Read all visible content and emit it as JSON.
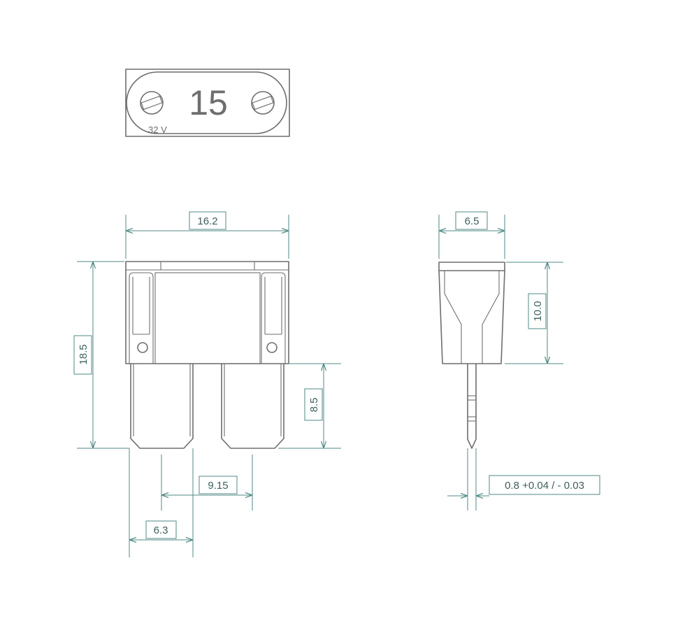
{
  "top_view": {
    "rating": "15",
    "voltage": "32 V"
  },
  "dimensions": {
    "width": "16.2",
    "height": "18.5",
    "blade_length": "8.5",
    "blade_pitch": "9.15",
    "blade_width": "6.3",
    "side_width": "6.5",
    "side_body_height": "10.0",
    "blade_thickness": "0.8 +0.04 / - 0.03"
  },
  "colors": {
    "part_outline": "#6e6e6e",
    "dimension": "#4f8a86",
    "dimension_text": "#3d5f5c"
  }
}
